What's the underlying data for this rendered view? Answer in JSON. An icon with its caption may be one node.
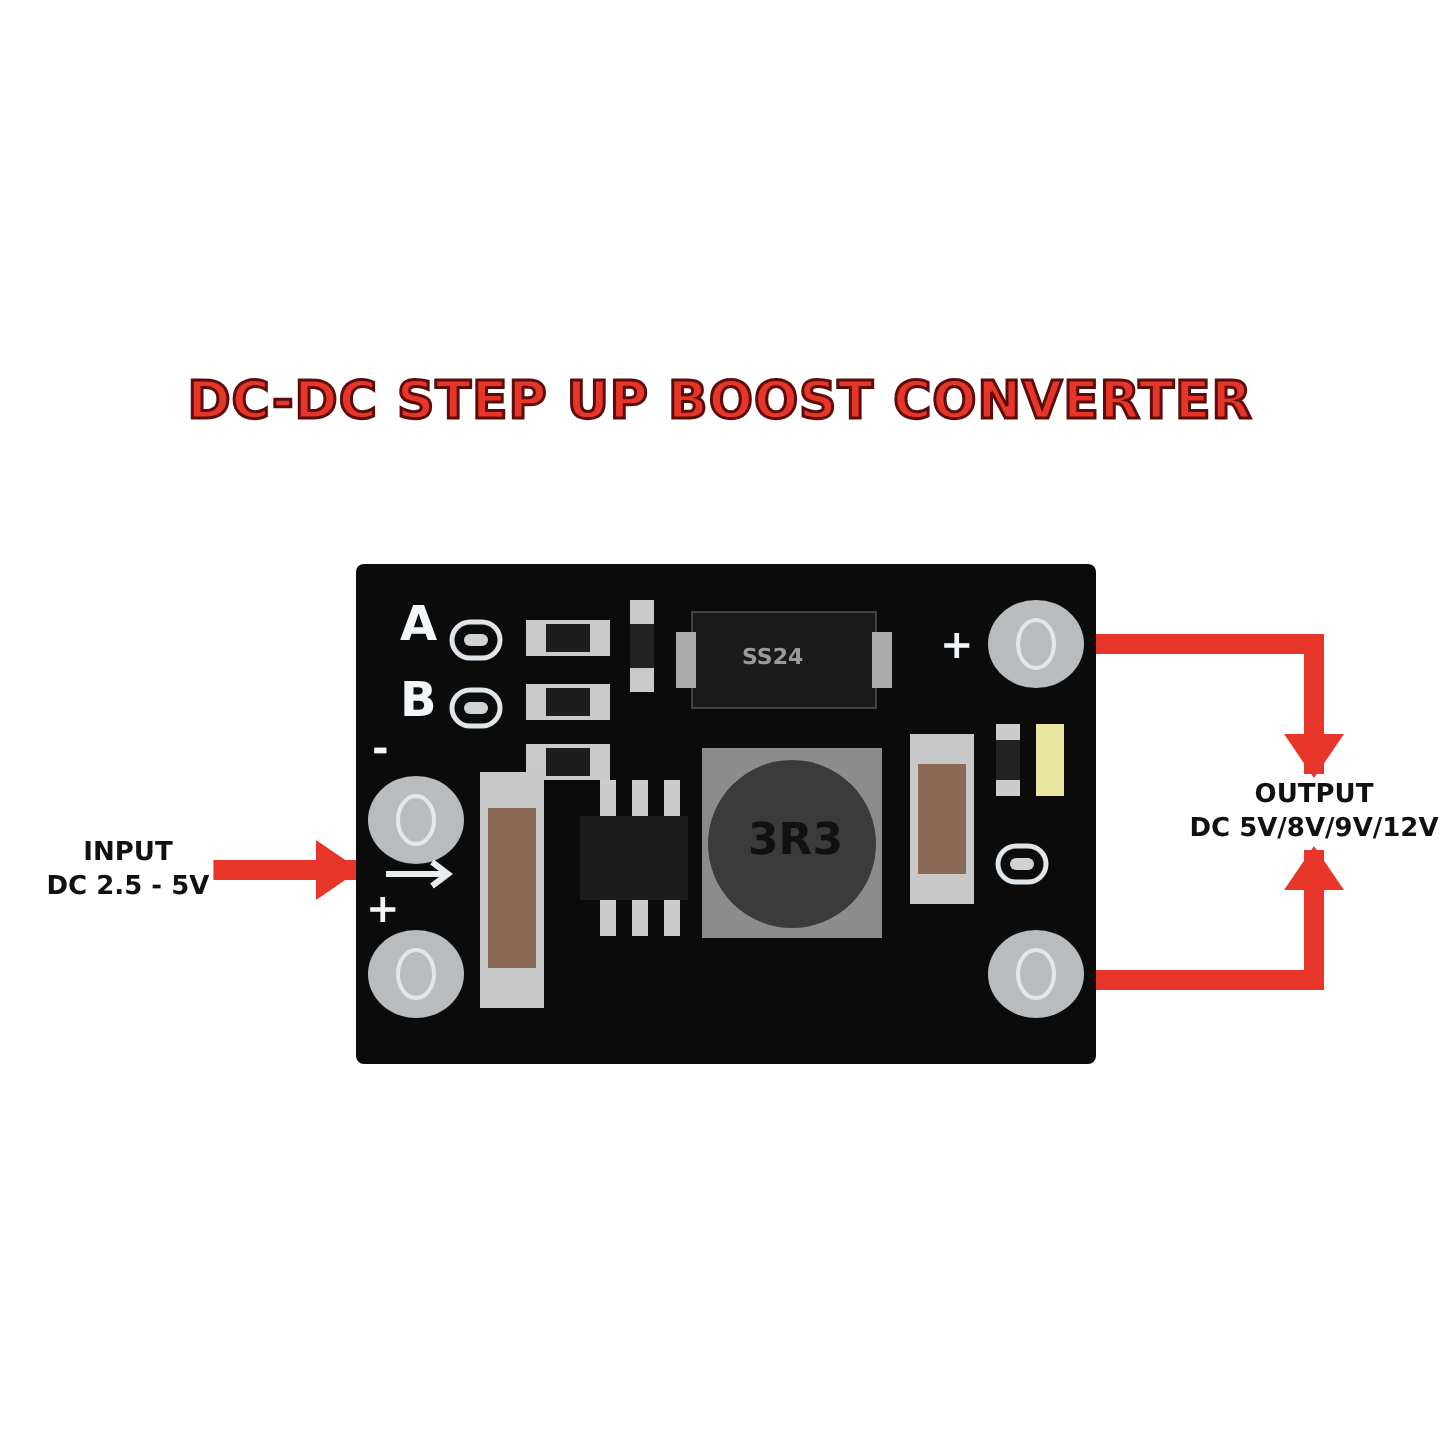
{
  "diagram": {
    "title": "DC-DC STEP UP BOOST CONVERTER",
    "nodes": [
      {
        "text": [
          "INPUT",
          "DC 2.5 - 5V"
        ]
      },
      {
        "text": [],
        "shape": "picture"
      },
      {
        "text": [
          "OUTPUT",
          "DC 5V/8V/9V/12V"
        ]
      }
    ],
    "edges": [
      {
        "from": 0,
        "to": 1,
        "arrow": "to"
      },
      {
        "from": 1,
        "to": 2,
        "arrow": "to"
      },
      {
        "from": 1,
        "to": 2,
        "arrow": "to"
      }
    ],
    "labels": [
      "A",
      "SS24",
      "+",
      "B",
      "-",
      "3R3",
      "+"
    ]
  }
}
